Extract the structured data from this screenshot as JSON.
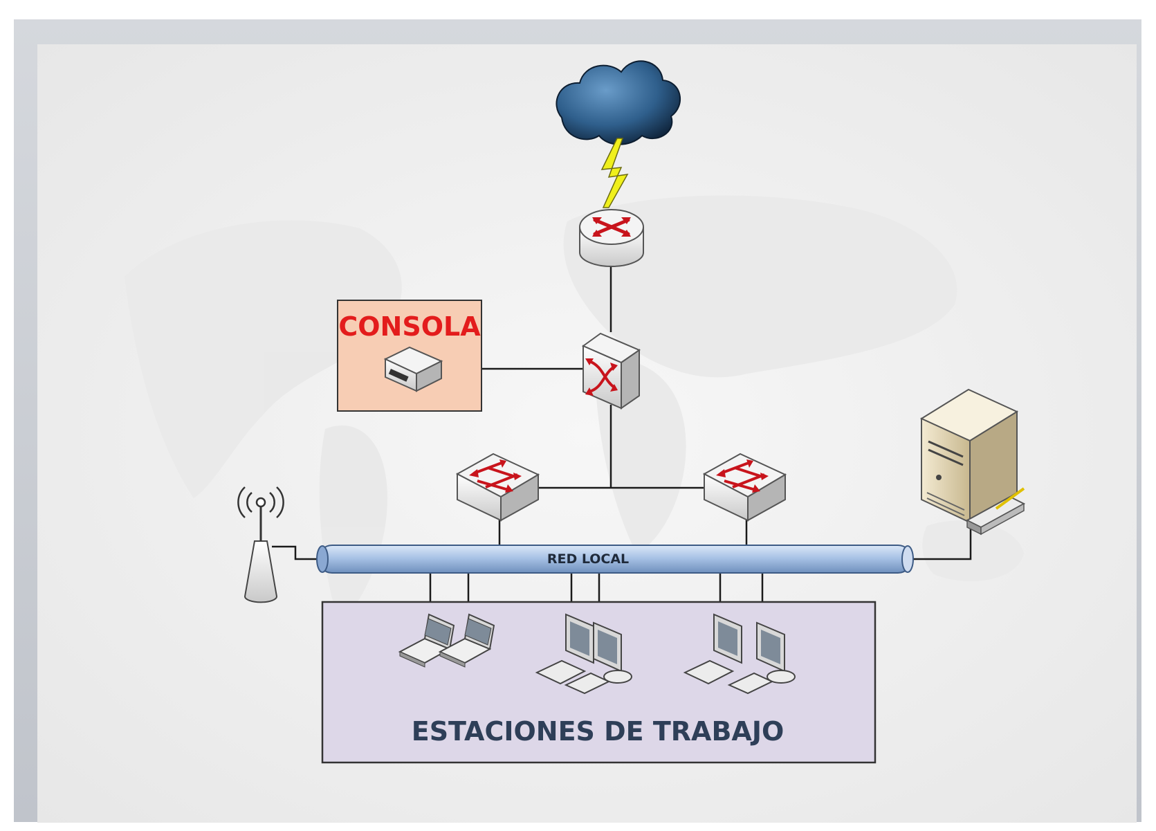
{
  "diagram": {
    "labels": {
      "consola": "CONSOLA",
      "red_local": "RED LOCAL",
      "estaciones": "ESTACIONES DE TRABAJO"
    },
    "nodes": [
      {
        "id": "internet",
        "icon": "cloud-icon"
      },
      {
        "id": "wan-link",
        "icon": "lightning-icon"
      },
      {
        "id": "router",
        "icon": "router-icon"
      },
      {
        "id": "core-switch",
        "icon": "multilayer-switch-icon"
      },
      {
        "id": "console-device",
        "icon": "console-box-icon"
      },
      {
        "id": "switch-left",
        "icon": "switch-icon"
      },
      {
        "id": "switch-right",
        "icon": "switch-icon"
      },
      {
        "id": "wireless-ap",
        "icon": "antenna-icon"
      },
      {
        "id": "server",
        "icon": "server-tower-icon"
      },
      {
        "id": "laptops",
        "icon": "laptop-icon"
      },
      {
        "id": "desktops-a",
        "icon": "monitor-icon"
      },
      {
        "id": "desktops-b",
        "icon": "monitor-icon"
      }
    ],
    "links": [
      [
        "internet",
        "router"
      ],
      [
        "router",
        "core-switch"
      ],
      [
        "console-device",
        "core-switch"
      ],
      [
        "core-switch",
        "switch-left"
      ],
      [
        "core-switch",
        "switch-right"
      ],
      [
        "switch-left",
        "red-local"
      ],
      [
        "switch-right",
        "red-local"
      ],
      [
        "wireless-ap",
        "red-local"
      ],
      [
        "server",
        "red-local"
      ],
      [
        "red-local",
        "laptops"
      ],
      [
        "red-local",
        "desktops-a"
      ],
      [
        "red-local",
        "desktops-b"
      ]
    ],
    "colors": {
      "frame_border": "#b9bdc4",
      "panel_bg": "#f2f2f2",
      "consola_fill": "#f7cdb4",
      "consola_text": "#e31c1c",
      "estaciones_fill": "#ddd7e8",
      "estaciones_text": "#2e3f58",
      "bus_fill": "#a9c3e6",
      "device_arrow": "#c8141c",
      "cloud": "#2f5f8c",
      "lightning": "#f0f01c"
    }
  }
}
